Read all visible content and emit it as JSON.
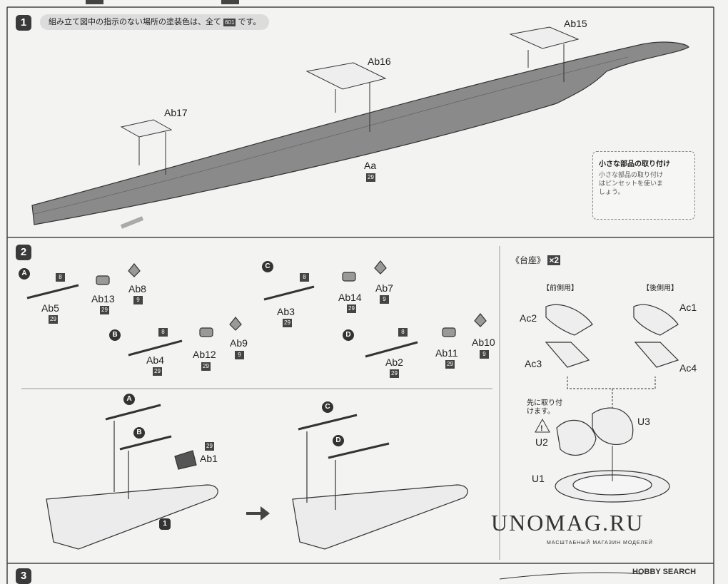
{
  "step1": {
    "number": "1",
    "note_pre": "組み立て図中の指示のない場所の塗装色は、全て",
    "note_code": "601",
    "note_post": "です。",
    "parts": {
      "ab15": "Ab15",
      "ab16": "Ab16",
      "ab17": "Ab17",
      "aa": "Aa",
      "aa_code": "29"
    },
    "tip": {
      "title": "小さな部品の取り付け",
      "text": "小さな部品の取り付けはピンセットを使いましょう。"
    }
  },
  "step2": {
    "number": "2",
    "subs": {
      "a": "A",
      "b": "B",
      "c": "C",
      "d": "D"
    },
    "groupA": {
      "c8": "8",
      "ab5": "Ab5",
      "ab5c": "29",
      "ab13": "Ab13",
      "ab13c": "29",
      "ab8": "Ab8",
      "ab8c": "9"
    },
    "groupB": {
      "c8": "8",
      "ab4": "Ab4",
      "ab4c": "29",
      "ab12": "Ab12",
      "ab12c": "29",
      "ab9": "Ab9",
      "ab9c": "9"
    },
    "groupC": {
      "c8": "8",
      "ab3": "Ab3",
      "ab3c": "29",
      "ab14": "Ab14",
      "ab14c": "29",
      "ab7": "Ab7",
      "ab7c": "9"
    },
    "groupD": {
      "c8": "8",
      "ab2": "Ab2",
      "ab2c": "29",
      "ab11": "Ab11",
      "ab11c": "29",
      "ab10": "Ab10",
      "ab10c": "9"
    },
    "ab1": "Ab1",
    "ab1c": "29",
    "ref1": "1"
  },
  "stand": {
    "title": "《台座》",
    "times": "×2",
    "front": "【前側用】",
    "rear": "【後側用】",
    "ac2": "Ac2",
    "ac3": "Ac3",
    "ac1": "Ac1",
    "ac4": "Ac4",
    "first": "先に取り付けます。",
    "u2": "U2",
    "u3": "U3",
    "u1": "U1"
  },
  "step3": {
    "number": "3"
  },
  "watermark": {
    "main": "UNOMAG.RU",
    "sub": "МАСШТАБНЫЙ МАГАЗИН МОДЕЛЕЙ",
    "hobby": "HOBBY SEARCH"
  }
}
